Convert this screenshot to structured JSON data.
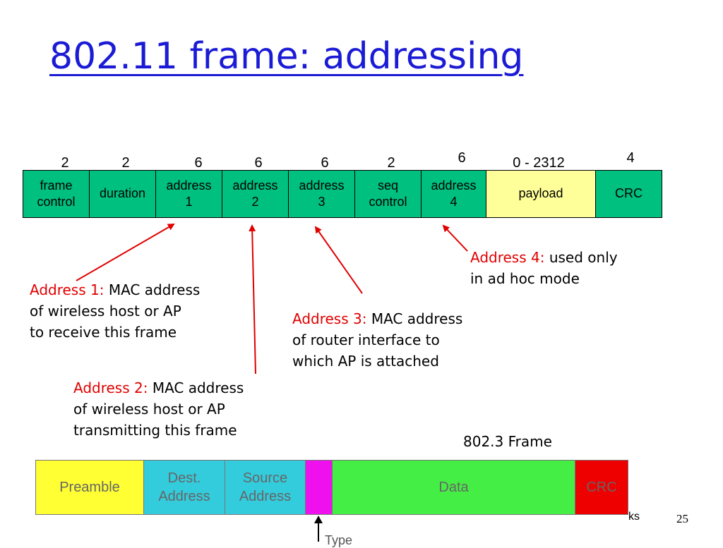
{
  "title": "802.11 frame: addressing",
  "frame_80211": {
    "sizes": [
      "2",
      "2",
      "6",
      "6",
      "6",
      "2",
      "6",
      "0 - 2312",
      "4"
    ],
    "fields": [
      {
        "label": "frame\ncontrol",
        "color": "#00c080"
      },
      {
        "label": "duration",
        "color": "#00c080"
      },
      {
        "label": "address\n1",
        "color": "#00c080"
      },
      {
        "label": "address\n2",
        "color": "#00c080"
      },
      {
        "label": "address\n3",
        "color": "#00c080"
      },
      {
        "label": "seq\ncontrol",
        "color": "#00c080"
      },
      {
        "label": "address\n4",
        "color": "#00c080"
      },
      {
        "label": "payload",
        "color": "#ffff99"
      },
      {
        "label": "CRC",
        "color": "#00c080"
      }
    ]
  },
  "annotations": {
    "addr1": {
      "heading": "Address 1:",
      "line1": " MAC address",
      "line2": "of wireless host or AP",
      "line3": "to receive this frame"
    },
    "addr2": {
      "heading": "Address 2:",
      "line1": " MAC address",
      "line2": "of wireless host or AP",
      "line3": "transmitting this frame"
    },
    "addr3": {
      "heading": "Address 3:",
      "line1": " MAC address",
      "line2": "of router interface to",
      "line3": "which AP is attached"
    },
    "addr4": {
      "heading": "Address 4:",
      "line1": " used only",
      "line2": "in ad hoc mode"
    }
  },
  "frame_8023": {
    "caption": "802.3 Frame",
    "fields": [
      {
        "label": "Preamble",
        "color": "#ffff33"
      },
      {
        "label": "Dest.\nAddress",
        "color": "#33ccdd"
      },
      {
        "label": "Source\nAddress",
        "color": "#33ccdd"
      },
      {
        "label": "",
        "color": "#ee11ee"
      },
      {
        "label": "Data",
        "color": "#44ee44"
      },
      {
        "label": "CRC",
        "color": "#ee0000"
      }
    ],
    "type_label": "Type"
  },
  "footer": {
    "tail": "ks",
    "page": "25"
  },
  "colors": {
    "title": "#1b1bd6",
    "highlight": "#e00000",
    "arrow": "#e00000"
  }
}
